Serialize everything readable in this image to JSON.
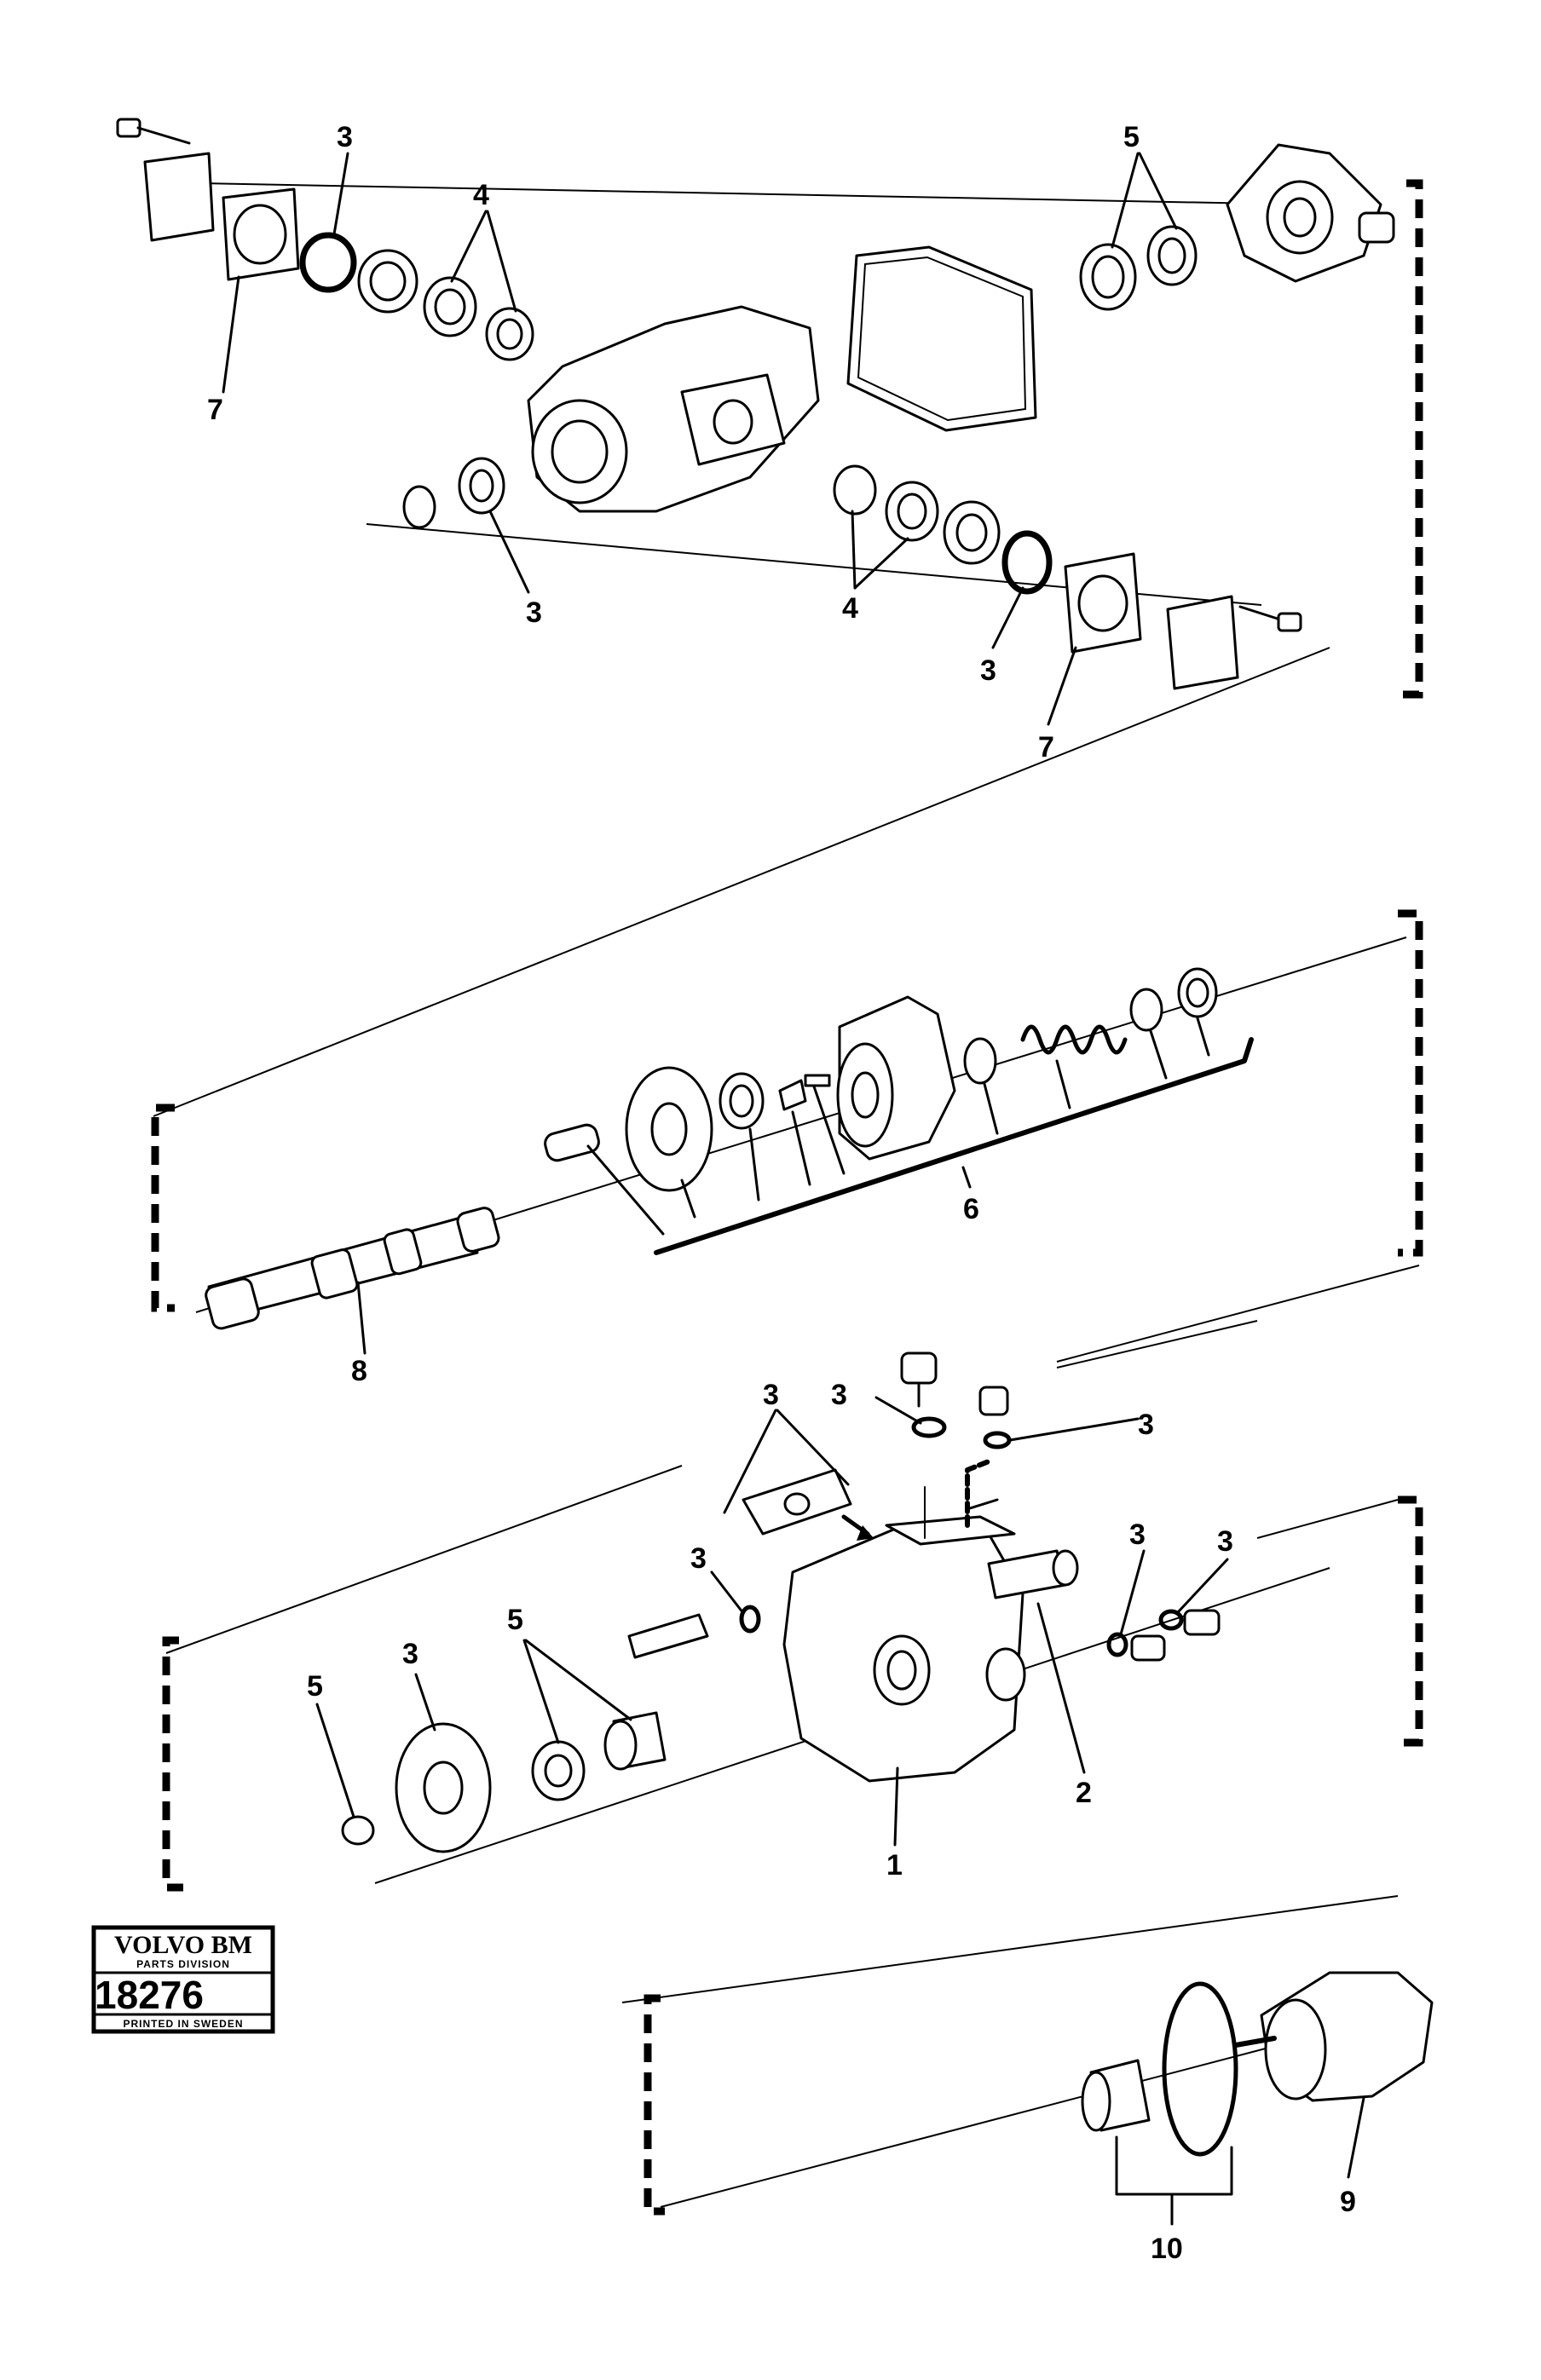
{
  "labels": [
    {
      "text": "3"
    },
    {
      "text": "4"
    },
    {
      "text": "5"
    },
    {
      "text": "7"
    },
    {
      "text": "3"
    },
    {
      "text": "4"
    },
    {
      "text": "3"
    },
    {
      "text": "7"
    },
    {
      "text": "6"
    },
    {
      "text": "8"
    },
    {
      "text": "3"
    },
    {
      "text": "3"
    },
    {
      "text": "3"
    },
    {
      "text": "3"
    },
    {
      "text": "3"
    },
    {
      "text": "3"
    },
    {
      "text": "5"
    },
    {
      "text": "3"
    },
    {
      "text": "5"
    },
    {
      "text": "2"
    },
    {
      "text": "1"
    },
    {
      "text": "9"
    },
    {
      "text": "10"
    }
  ],
  "stamp": {
    "brand": "VOLVO BM",
    "division": "PARTS DIVISION",
    "number": "18276",
    "footer": "PRINTED IN SWEDEN"
  }
}
